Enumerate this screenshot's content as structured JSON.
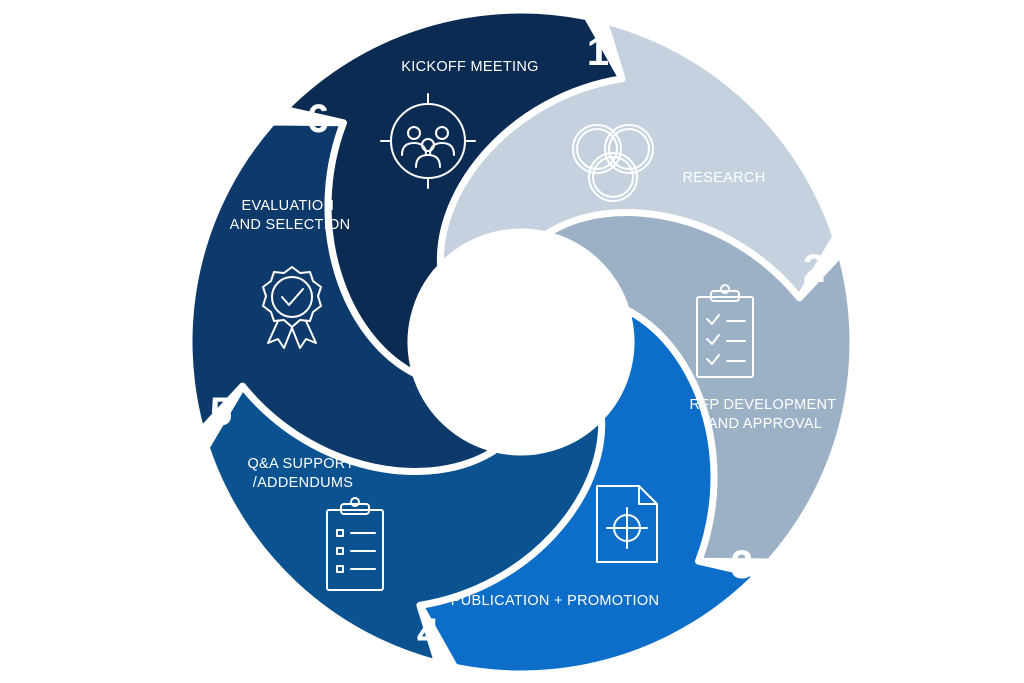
{
  "steps": [
    {
      "number": "1",
      "label_lines": [
        "KICKOFF MEETING"
      ],
      "color": "#c5d1de",
      "icon": "team-target-icon",
      "text_color": "#ffffff"
    },
    {
      "number": "2",
      "label_lines": [
        "RESEARCH"
      ],
      "color": "#9db1c6",
      "icon": "overlapping-circles-icon",
      "text_color": "#ffffff"
    },
    {
      "number": "3",
      "label_lines": [
        "RFP DEVELOPMENT",
        "AND APPROVAL"
      ],
      "color": "#0c6ec8",
      "icon": "clipboard-checklist-icon",
      "text_color": "#ffffff"
    },
    {
      "number": "4",
      "label_lines": [
        "PUBLICATION + PROMOTION"
      ],
      "color": "#0b5290",
      "icon": "document-target-icon",
      "text_color": "#ffffff"
    },
    {
      "number": "5",
      "label_lines": [
        "Q&A SUPPORT",
        "/ADDENDUMS"
      ],
      "color": "#0d3a6a",
      "icon": "clipboard-list-icon",
      "text_color": "#ffffff"
    },
    {
      "number": "6",
      "label_lines": [
        "EVALUATION",
        "AND SELECTION"
      ],
      "color": "#0c2b53",
      "icon": "award-badge-icon",
      "text_color": "#ffffff"
    }
  ]
}
